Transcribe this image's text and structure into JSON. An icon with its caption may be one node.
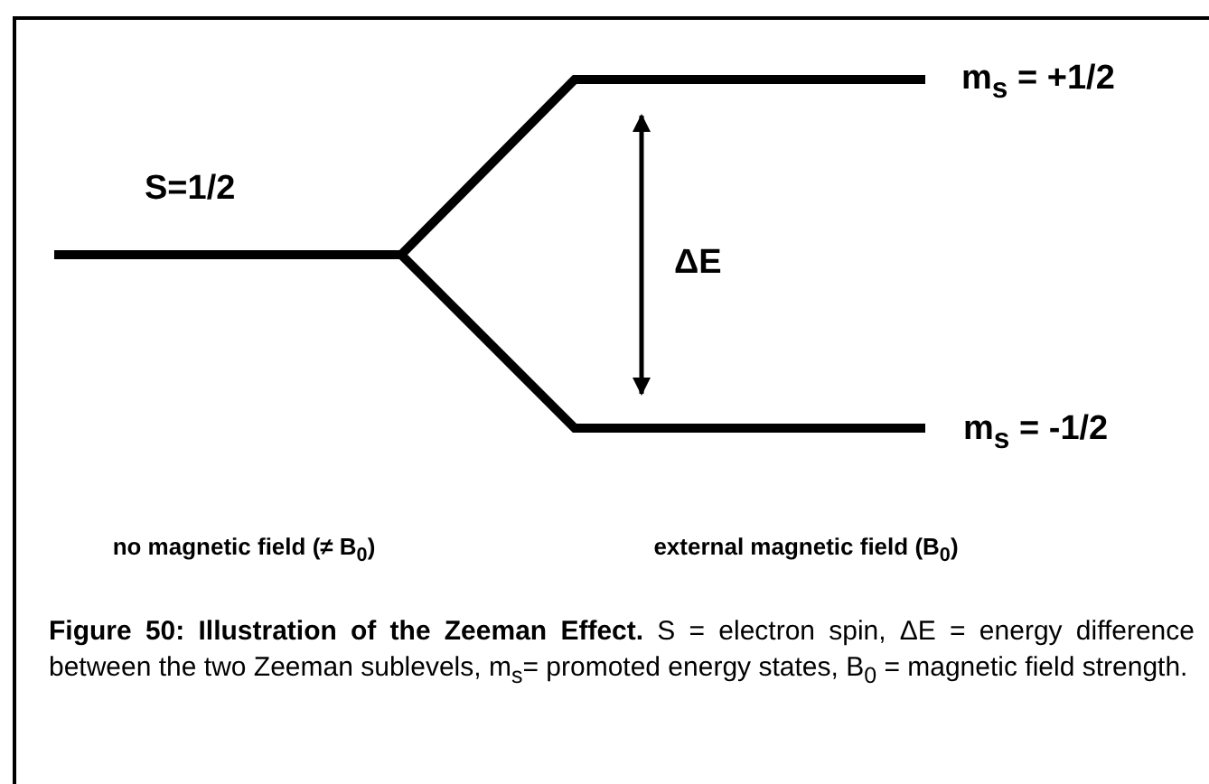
{
  "diagram": {
    "caption": "**Figure 50: Illustration of the Zeeman Effect.** S = electron spin, ΔE = energy difference between the two Zeeman sublevels, m$_{s}$= promoted energy states, B$_{0}$ = magnetic field strength.",
    "labels": [
      "S=1/2",
      "m$_{s}$ = +1/2",
      "ΔE",
      "m$_{s}$ = -1/2",
      "no magnetic field (≠ B$_{0}$)",
      "external magnetic field (B$_{0}$)"
    ]
  }
}
